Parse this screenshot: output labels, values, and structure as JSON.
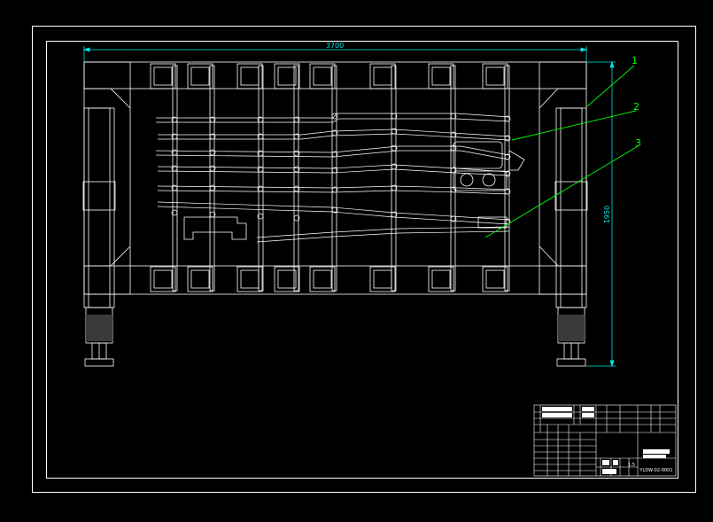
{
  "drawing": {
    "dimensions": {
      "width_label": "3700",
      "height_label": "1950"
    },
    "callouts": [
      {
        "label": "1"
      },
      {
        "label": "2"
      },
      {
        "label": "3"
      }
    ],
    "title_block": {
      "drawing_number": "YLDW-02-0001",
      "scale": "1:5"
    },
    "colors": {
      "background": "#000000",
      "linework": "#ffffff",
      "dimension": "#00e5e5",
      "callout": "#00ff00"
    }
  }
}
